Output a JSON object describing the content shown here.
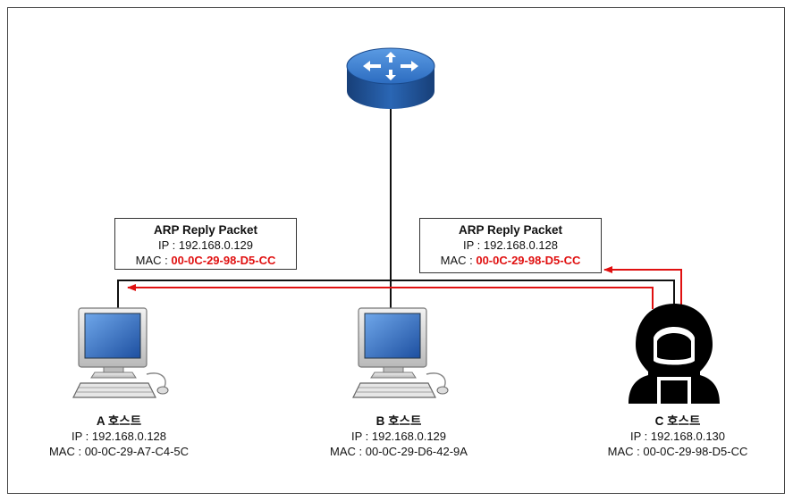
{
  "packets": [
    {
      "title": "ARP Reply Packet",
      "ip": "IP : 192.168.0.129",
      "mac_label": "MAC : ",
      "mac_value": "00-0C-29-98-D5-CC"
    },
    {
      "title": "ARP Reply Packet",
      "ip": "IP : 192.168.0.128",
      "mac_label": "MAC : ",
      "mac_value": "00-0C-29-98-D5-CC"
    }
  ],
  "hosts": [
    {
      "name": "A 호스트",
      "ip": "IP : 192.168.0.128",
      "mac": "MAC : 00-0C-29-A7-C4-5C",
      "icon": "computer-icon"
    },
    {
      "name": "B 호스트",
      "ip": "IP : 192.168.0.129",
      "mac": "MAC : 00-0C-29-D6-42-9A",
      "icon": "computer-icon"
    },
    {
      "name": "C 호스트",
      "ip": "IP : 192.168.0.130",
      "mac": "MAC : 00-0C-29-98-D5-CC",
      "icon": "hacker-icon"
    }
  ],
  "router": {
    "icon": "router-icon"
  },
  "colors": {
    "attack_arrow": "#e01010",
    "link": "#111111",
    "router": "#1f5fa8"
  }
}
